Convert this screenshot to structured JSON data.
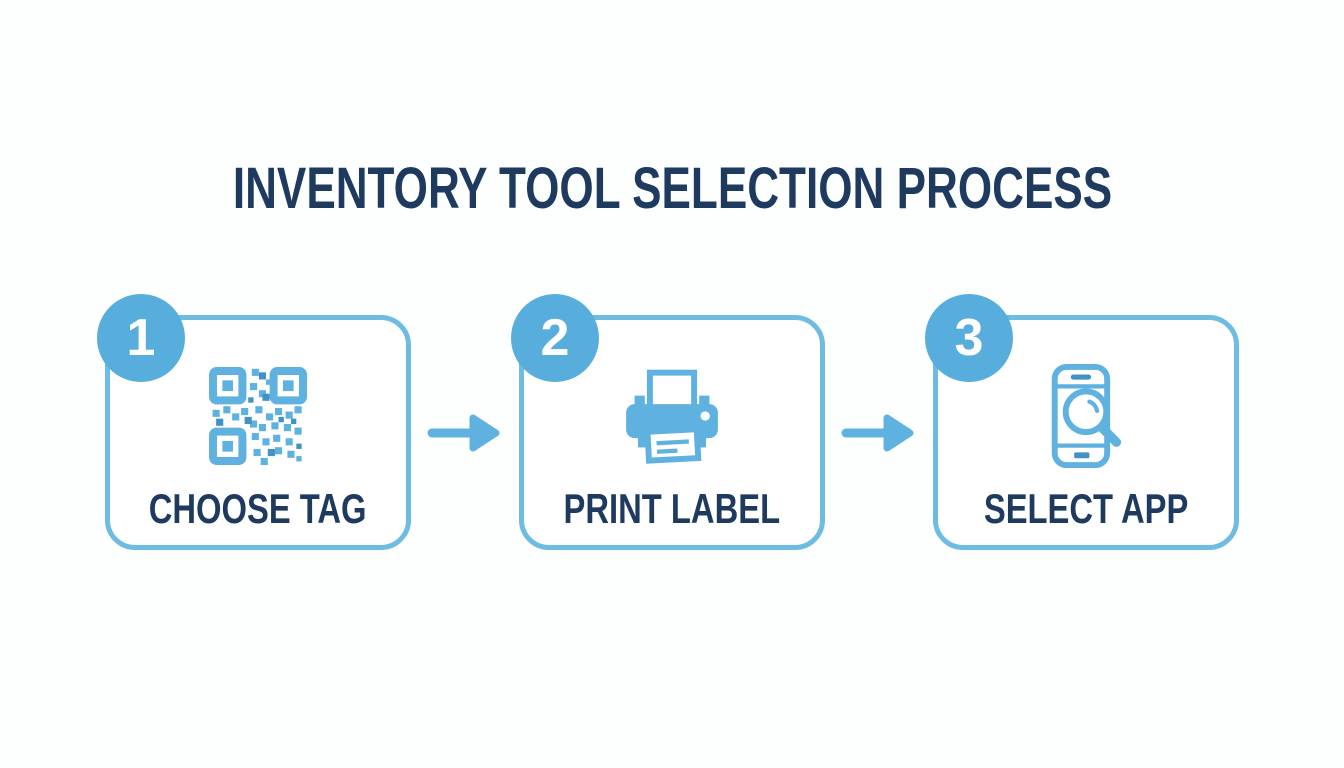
{
  "title": "INVENTORY TOOL SELECTION PROCESS",
  "steps": [
    {
      "number": "1",
      "label": "CHOOSE TAG",
      "icon": "qr-code-icon"
    },
    {
      "number": "2",
      "label": "PRINT LABEL",
      "icon": "printer-icon"
    },
    {
      "number": "3",
      "label": "SELECT APP",
      "icon": "smartphone-search-icon"
    }
  ],
  "arrow_icon": "right-arrow-icon",
  "colors": {
    "title_text": "#1E3A5F",
    "label_text": "#1E3A5F",
    "card_border": "#6FBCE2",
    "badge_fill": "#57AEDC",
    "badge_text": "#FFFFFF",
    "icon_blue": "#5FB2DF",
    "icon_dark_blue": "#4292C4",
    "background": "#FDFEFE"
  }
}
